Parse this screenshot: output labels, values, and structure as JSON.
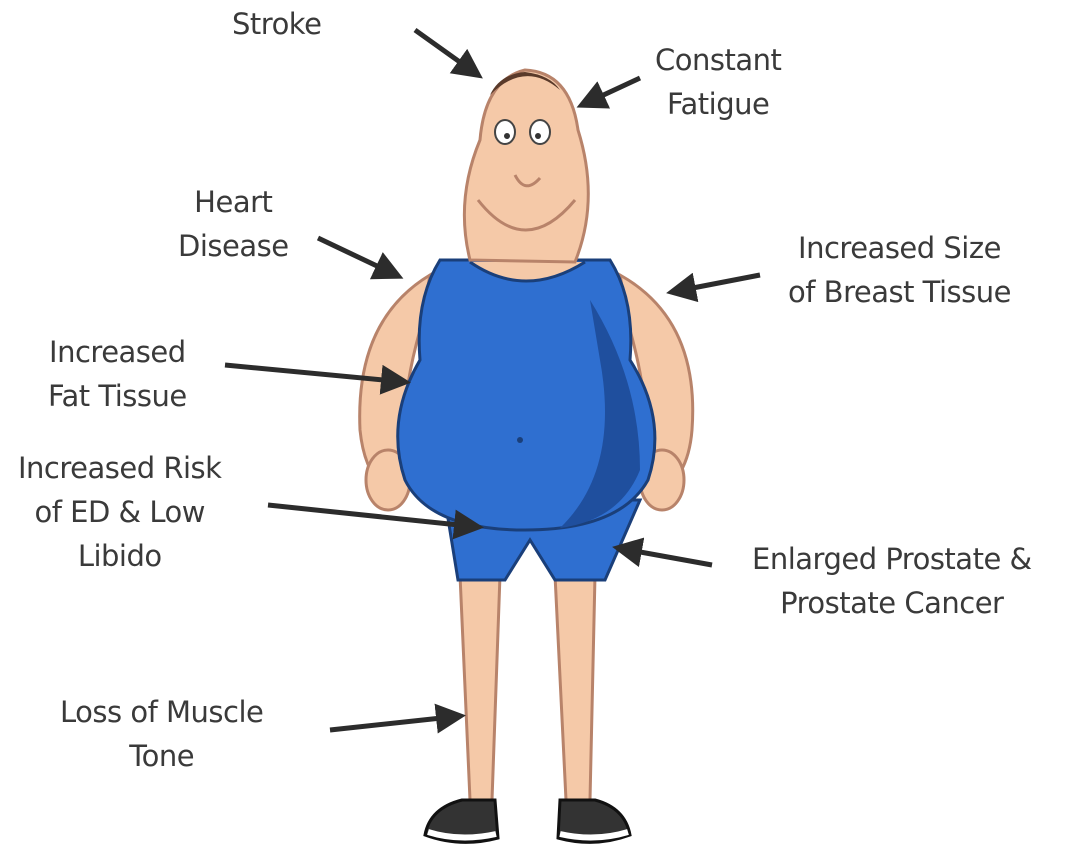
{
  "labels": {
    "stroke": [
      "Stroke"
    ],
    "fatigue": [
      "Constant",
      "Fatigue"
    ],
    "heart": [
      "Heart",
      "Disease"
    ],
    "breast": [
      "Increased Size",
      "of Breast Tissue"
    ],
    "fat": [
      "Increased",
      "Fat Tissue"
    ],
    "ed": [
      "Increased Risk",
      "of ED & Low",
      "Libido"
    ],
    "prostate": [
      "Enlarged Prostate &",
      "Prostate Cancer"
    ],
    "muscle": [
      "Loss of Muscle",
      "Tone"
    ]
  },
  "colors": {
    "skin": "#f5c9a8",
    "skin_shadow": "#d99a7c",
    "outfit": "#2f6fd0",
    "outfit_dark": "#1f4f9e",
    "arrow": "#2c2c2c",
    "text": "#3a3a3a"
  }
}
